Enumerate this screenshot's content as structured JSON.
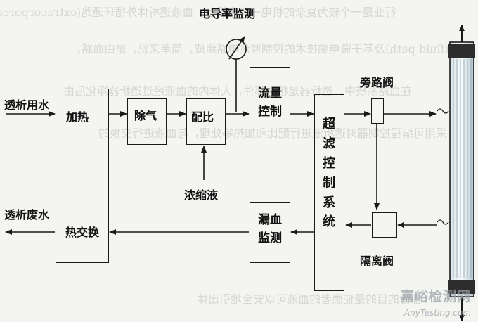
{
  "bleed_lines": [
    "行业是一个较为复杂的机电一体化设备，血液透析体外循环通路(extracorporeal ci",
    "路(fluid path)及基于微电脑技术的控制监测电路组成，简单来说，是由血路，",
    "在血路系统中，透析器是核心部件，人体内的血液经过透析器净化后由",
    "采用可编程控制器对透析液进行配比和加热等处理，与血液进行交换的",
    "部分的目的是使患者的血液可以安全地引出体"
  ],
  "diagram": {
    "inputs": {
      "dialysis_water": "透析用水",
      "waste_water": "透析废水"
    },
    "blocks": {
      "heat_top": "加热",
      "heat_bottom": "热交换",
      "degas": "除气",
      "proportion": "配比",
      "flow_control": "流量控制",
      "uf_control": "超滤控制系统",
      "leak_monitor": "漏血监测"
    },
    "labels": {
      "conductivity": "电导率监测",
      "concentrate": "浓缩液",
      "bypass_valve": "旁路阀",
      "isolation_valve": "隔离阀"
    }
  },
  "watermark": {
    "cn": "嘉峪检测网",
    "en": "AnyTesting.com"
  }
}
